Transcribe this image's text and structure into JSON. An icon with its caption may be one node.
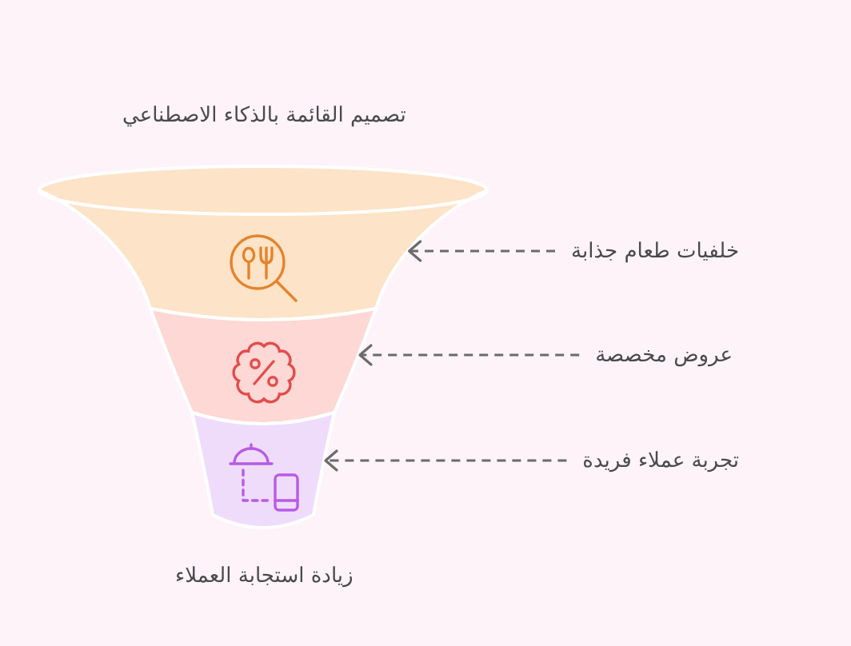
{
  "diagram": {
    "title": "تصميم القائمة بالذكاء الاصطناعي",
    "nodes": [
      {
        "text": [],
        "shape": "trapezoid"
      },
      {
        "text": [],
        "shape": "trapezoid"
      },
      {
        "text": [],
        "shape": "trapezoid"
      },
      {
        "text": [
          "خلفيات طعام جذابة"
        ]
      },
      {
        "text": [
          "عروض مخصصة"
        ]
      },
      {
        "text": [
          "تجربة عملاء فريدة"
        ]
      }
    ],
    "edges": [
      {
        "from": 3,
        "to": 0,
        "arrow": "to",
        "style": "dashed"
      },
      {
        "from": 4,
        "to": 1,
        "arrow": "to",
        "style": "dashed"
      },
      {
        "from": 5,
        "to": 2,
        "arrow": "to",
        "style": "dashed"
      }
    ],
    "labels": [
      "زيادة استجابة العملاء"
    ]
  }
}
